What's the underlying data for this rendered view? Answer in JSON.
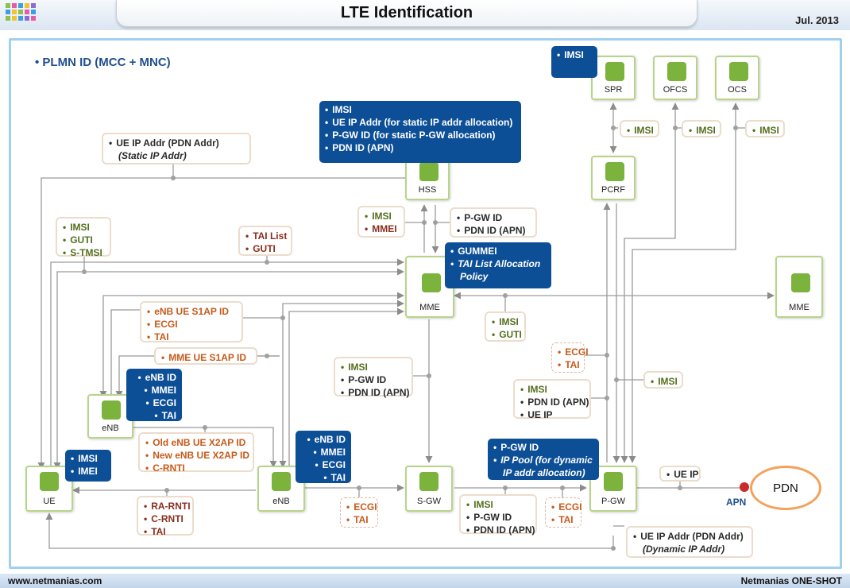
{
  "header": {
    "title": "LTE Identification",
    "date": "Jul. 2013"
  },
  "logo_colors": [
    "#8ac24a",
    "#e85aa8",
    "#3aa0e0",
    "#f2c230",
    "#8e6bd1",
    "#3aa0e0",
    "#f2c230",
    "#8ac24a",
    "#e85aa8",
    "#3aa0e0",
    "#8ac24a",
    "#f2c230",
    "#3aa0e0",
    "#8e6bd1",
    "#e85aa8"
  ],
  "heading": "PLMN ID (MCC + MNC)",
  "nodes": {
    "spr": "SPR",
    "ofcs": "OFCS",
    "ocs": "OCS",
    "pcrf": "PCRF",
    "hss": "HSS",
    "mme": "MME",
    "mme2": "MME",
    "enb_top": "eNB",
    "ue": "UE",
    "enb": "eNB",
    "sgw": "S-GW",
    "pgw": "P-GW",
    "pdn": "PDN"
  },
  "apn_label": "APN",
  "boxes": {
    "imsi_spr": [
      "IMSI"
    ],
    "hss_info": [
      "IMSI",
      "UE IP Addr (for static IP addr allocation)",
      "P-GW ID (for static P-GW allocation)",
      "PDN ID (APN)"
    ],
    "ue_ip_static": [
      "UE IP Addr  (PDN Addr)",
      "(Static IP Addr)"
    ],
    "spr_pcrf_imsi": [
      "IMSI"
    ],
    "ofcs_imsi": [
      "IMSI"
    ],
    "ocs_imsi": [
      "IMSI"
    ],
    "ue_mme": [
      "IMSI",
      "GUTI",
      "S-TMSI"
    ],
    "tai_list": [
      "TAI List",
      "GUTI"
    ],
    "hss_mme_left": [
      "IMSI",
      "MMEI"
    ],
    "hss_mme_right": [
      "P-GW ID",
      "PDN ID (APN)"
    ],
    "mme_info": [
      "GUMMEI",
      "TAI List Allocation",
      "Policy"
    ],
    "enb_s1ap": [
      "eNB UE S1AP ID",
      "ECGI",
      "TAI"
    ],
    "mme_mme": [
      "IMSI",
      "GUTI"
    ],
    "mme_ue_s1ap": [
      "MME UE S1AP ID"
    ],
    "mme_sgw": [
      "IMSI",
      "P-GW ID",
      "PDN ID (APN)"
    ],
    "pcrf_pgw_ecgi": [
      "ECGI",
      "TAI"
    ],
    "pcrf_pgw_imsi": [
      "IMSI"
    ],
    "pgw_pcrf": [
      "IMSI",
      "PDN ID (APN)",
      "UE IP"
    ],
    "enb_top_info": [
      "eNB ID",
      "MMEI",
      "ECGI",
      "TAI"
    ],
    "x2ap": [
      "Old eNB UE X2AP ID",
      "New eNB UE X2AP ID",
      "C-RNTI"
    ],
    "ue_info": [
      "IMSI",
      "IMEI"
    ],
    "enb_info": [
      "eNB ID",
      "MMEI",
      "ECGI",
      "TAI"
    ],
    "pgw_info": [
      "P-GW ID",
      "IP Pool (for dynamic",
      "IP addr allocation)"
    ],
    "ue_ip_pdn": [
      "UE IP"
    ],
    "ra_rnti": [
      "RA-RNTI",
      "C-RNTI",
      "TAI"
    ],
    "enb_sgw_ecgi": [
      "ECGI",
      "TAI"
    ],
    "sgw_pgw": [
      "IMSI",
      "P-GW ID",
      "PDN ID (APN)"
    ],
    "sgw_pgw_ecgi": [
      "ECGI",
      "TAI"
    ],
    "ue_ip_dynamic": [
      "UE IP Addr  (PDN Addr)",
      "(Dynamic IP Addr)"
    ]
  },
  "footer": {
    "left": "www.netmanias.com",
    "right": "Netmanias ONE-SHOT"
  }
}
